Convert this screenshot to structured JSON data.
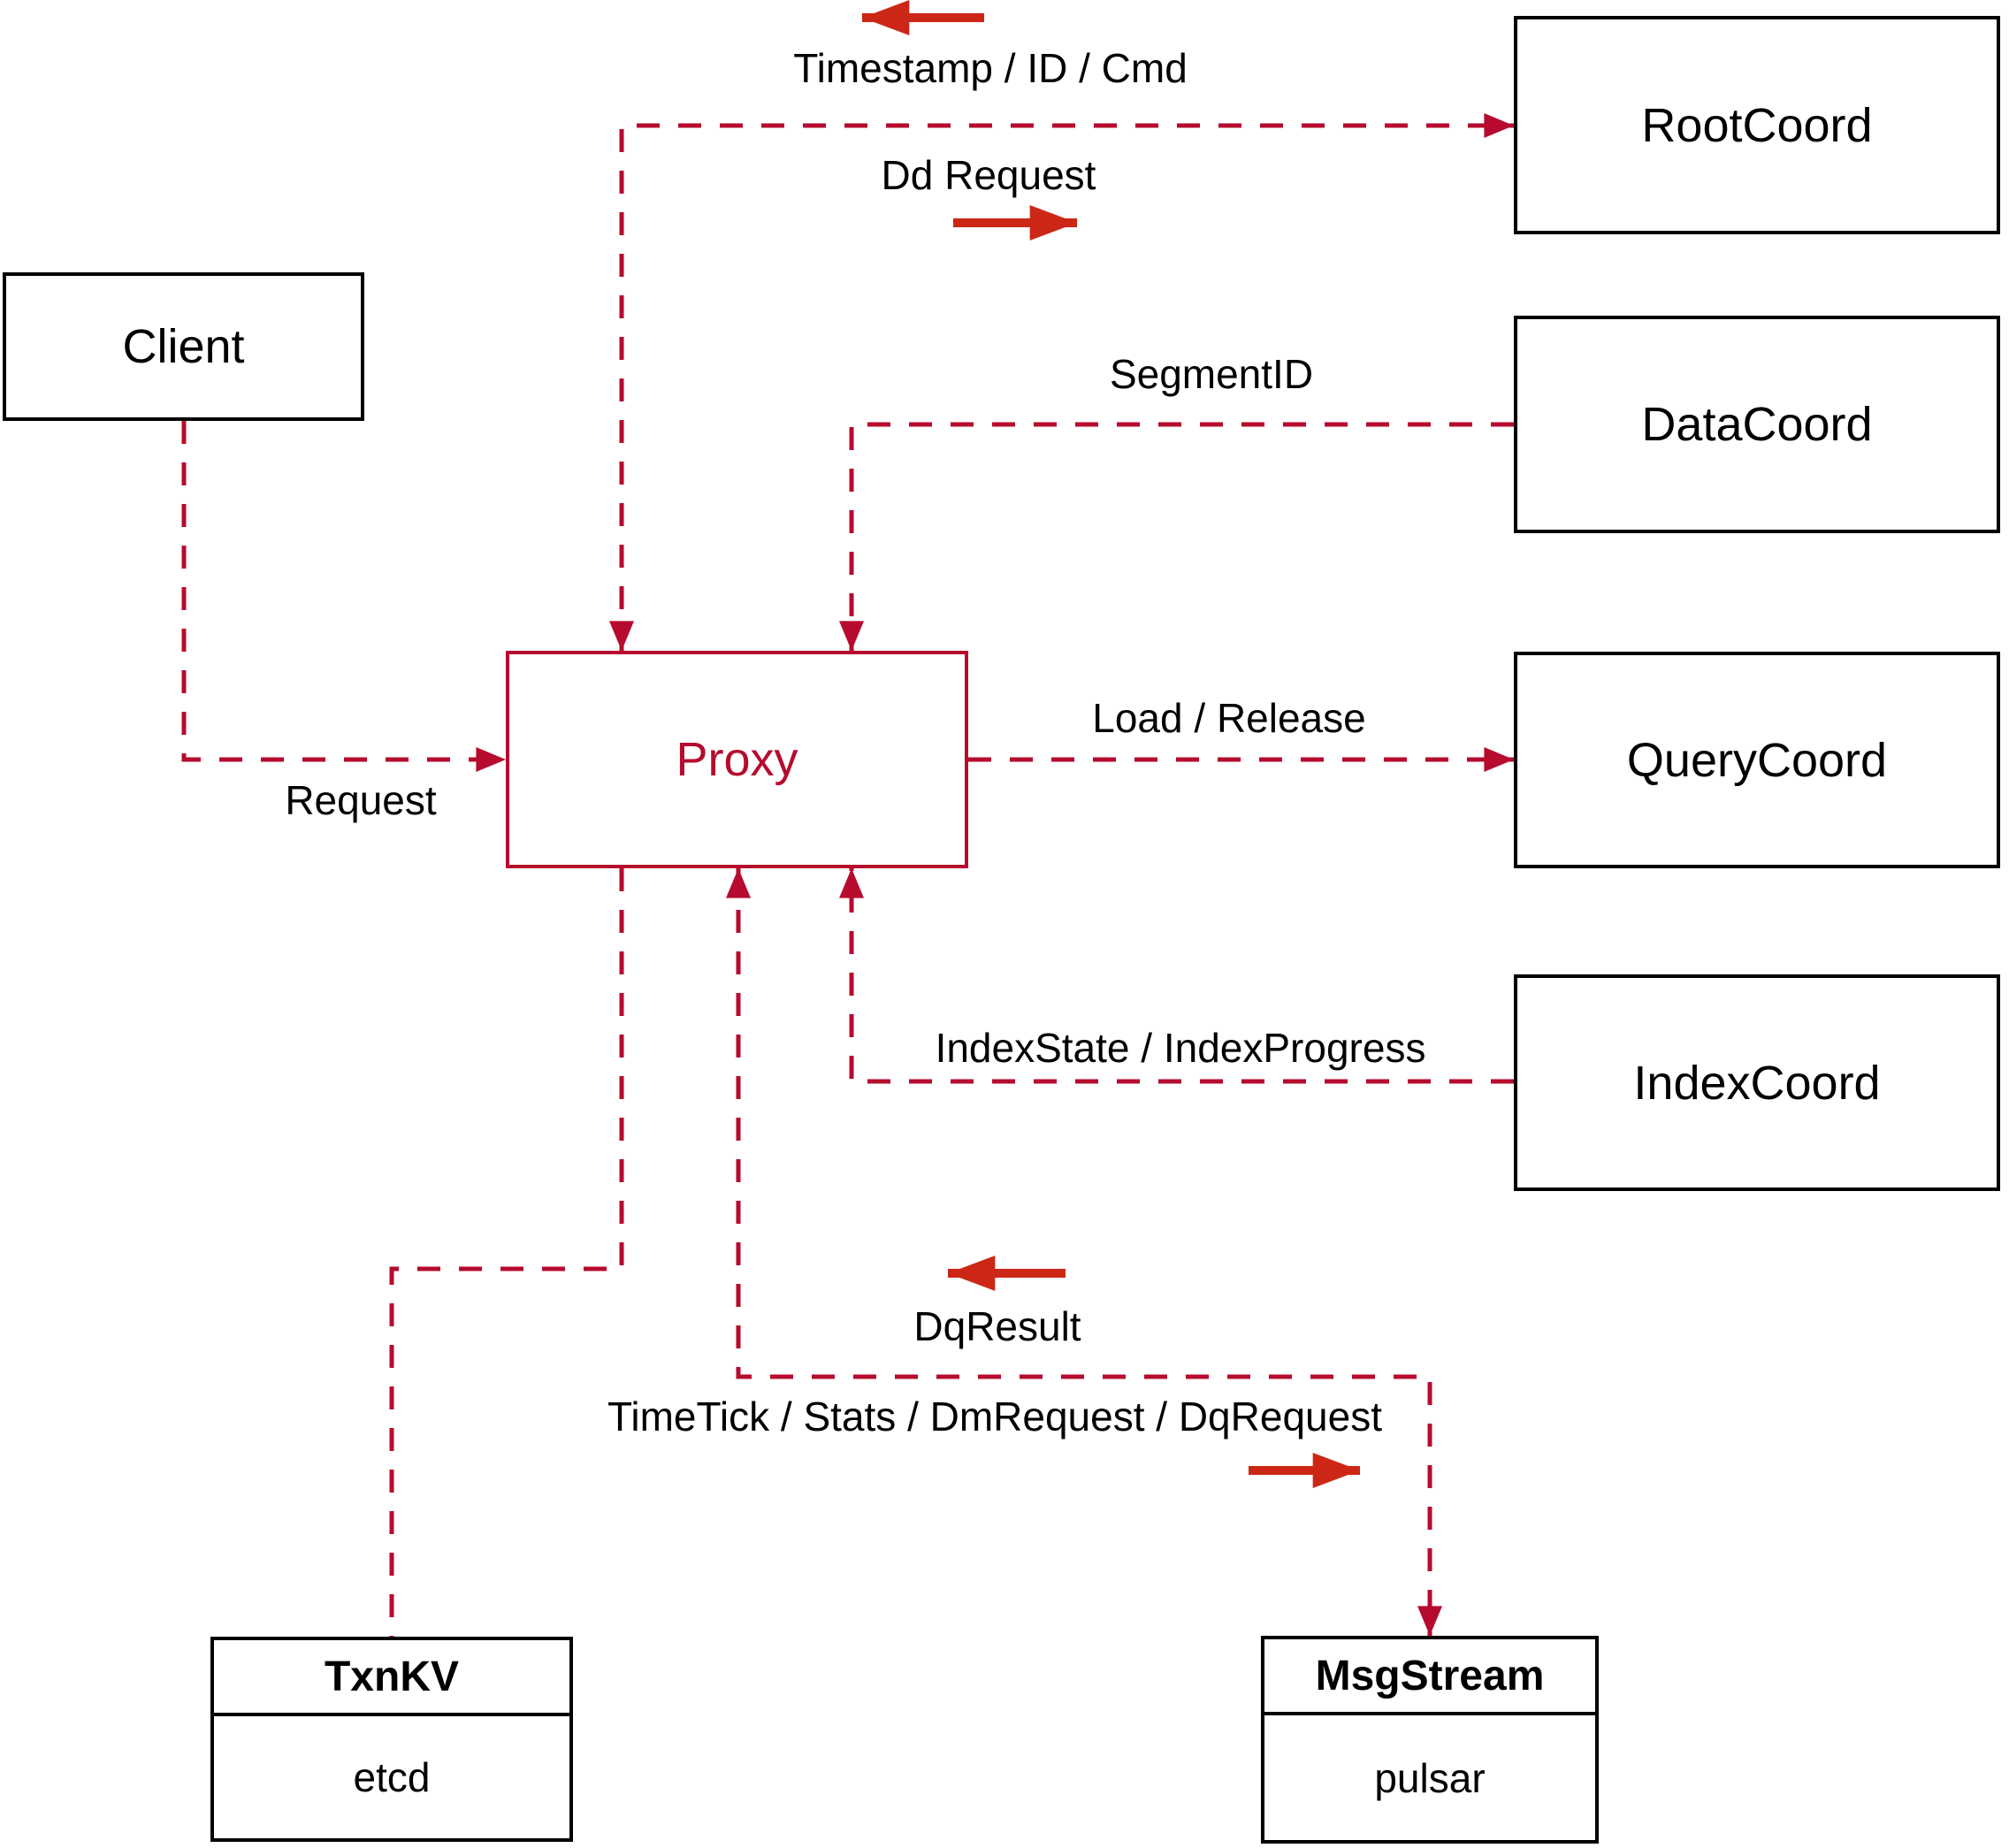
{
  "nodes": {
    "client": {
      "label": "Client"
    },
    "rootcoord": {
      "label": "RootCoord"
    },
    "datacoord": {
      "label": "DataCoord"
    },
    "querycoord": {
      "label": "QueryCoord"
    },
    "indexcoord": {
      "label": "IndexCoord"
    },
    "proxy": {
      "label": "Proxy"
    },
    "txnkv": {
      "title": "TxnKV",
      "subtitle": "etcd"
    },
    "msgstream": {
      "title": "MsgStream",
      "subtitle": "pulsar"
    }
  },
  "edge_labels": {
    "timestamp": "Timestamp / ID / Cmd",
    "dd_request": "Dd Request",
    "segment_id": "SegmentID",
    "request": "Request",
    "load_release": "Load / Release",
    "index_state": "IndexState / IndexProgress",
    "dq_result": "DqResult",
    "timetick": "TimeTick / Stats / DmRequest / DqRequest"
  },
  "colors": {
    "line": "#b60b2e",
    "arrow": "#cc2716",
    "box_border": "#000000",
    "text": "#000000",
    "bg": "#ffffff"
  }
}
